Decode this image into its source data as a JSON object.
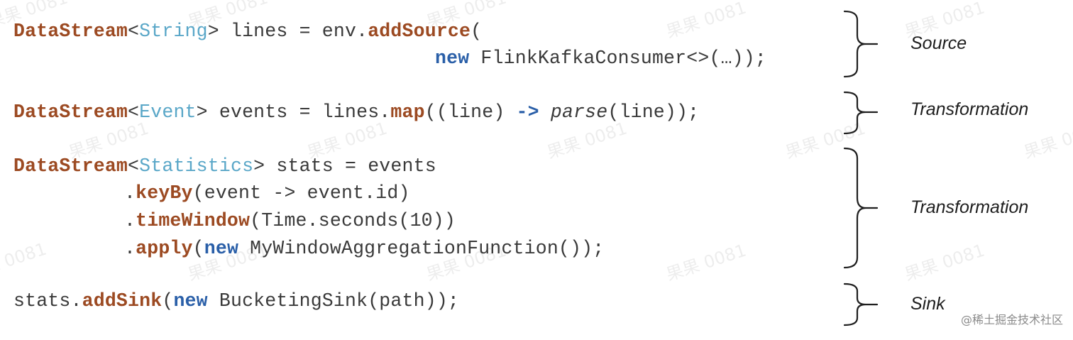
{
  "code": {
    "line1": {
      "t1": "DataStream",
      "t2": "<",
      "t3": "String",
      "t4": "> lines = env.",
      "t5": "addSource",
      "t6": "("
    },
    "line2": {
      "t1": "new",
      "t2": " FlinkKafkaConsumer<>(…));"
    },
    "line3": {
      "t1": "DataStream",
      "t2": "<",
      "t3": "Event",
      "t4": "> events = lines.",
      "t5": "map",
      "t6": "((line) ",
      "t7": "->",
      "t8": " ",
      "t9": "parse",
      "t10": "(line));"
    },
    "line4": {
      "t1": "DataStream",
      "t2": "<",
      "t3": "Statistics",
      "t4": "> stats = events"
    },
    "line5": {
      "t1": ".",
      "t2": "keyBy",
      "t3": "(event -> event.id)"
    },
    "line6": {
      "t1": ".",
      "t2": "timeWindow",
      "t3": "(Time.seconds(10))"
    },
    "line7": {
      "t1": ".",
      "t2": "apply",
      "t3": "(",
      "t4": "new",
      "t5": " MyWindowAggregationFunction());"
    },
    "line8": {
      "t1": "stats.",
      "t2": "addSink",
      "t3": "(",
      "t4": "new",
      "t5": " BucketingSink(path));"
    }
  },
  "labels": {
    "source": "Source",
    "transformation_1": "Transformation",
    "transformation_2": "Transformation",
    "sink": "Sink"
  },
  "watermark": "果果 0081",
  "credit": "@稀土掘金技术社区",
  "colors": {
    "type_keyword": "#9c4a22",
    "generic_type": "#5aa7c8",
    "new_keyword": "#2a5fa8",
    "plain_code": "#3a3a3a"
  }
}
